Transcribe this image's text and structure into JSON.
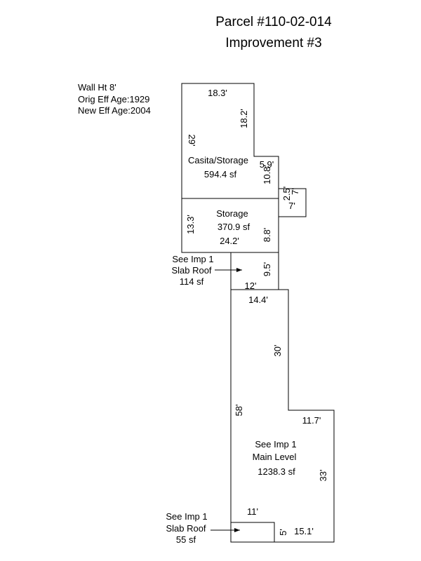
{
  "header": {
    "parcel": "Parcel #110-02-014",
    "improvement": "Improvement #3"
  },
  "info": {
    "wall_height": "Wall Ht 8'",
    "orig_eff_age": "Orig Eff Age:1929",
    "new_eff_age": "New Eff Age:2004"
  },
  "rooms": {
    "casita": {
      "name": "Casita/Storage",
      "area": "594.4 sf"
    },
    "storage": {
      "name": "Storage",
      "area": "370.9 sf"
    },
    "main": {
      "line1": "See Imp 1",
      "line2": "Main Level",
      "area": "1238.3 sf"
    }
  },
  "notes": {
    "slab1": {
      "line1": "See Imp 1",
      "line2": "Slab Roof",
      "area": "114 sf"
    },
    "slab2": {
      "line1": "See Imp 1",
      "line2": "Slab Roof",
      "area": "55 sf"
    }
  },
  "dimensions": {
    "casita_top": "18.3'",
    "casita_right": "18.2'",
    "casita_left": "29'",
    "casita_step": "5.9'",
    "casita_right_lower": "10.8'",
    "bump_vertical": "2.5'",
    "bump_width": "7'",
    "bump_right": "7'",
    "storage_left": "13.3'",
    "storage_bottom": "24.2'",
    "storage_right": "8.8'",
    "slab1_right": "9.5'",
    "slab1_bottom": "12'",
    "main_top": "14.4'",
    "main_upper_right": "30'",
    "main_left": "58'",
    "main_step": "11.7'",
    "main_lower_right": "33'",
    "slab2_top": "11'",
    "slab2_right": "5'",
    "main_bottom": "15.1'"
  }
}
